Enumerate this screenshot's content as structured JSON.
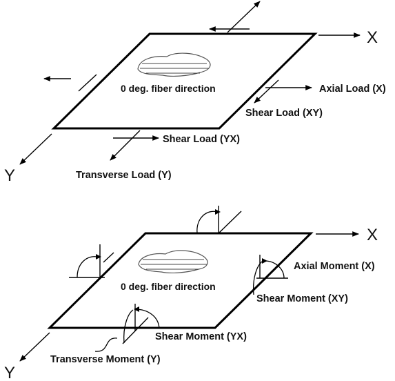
{
  "top_diagram": {
    "axis_x": "X",
    "axis_y": "Y",
    "fiber_label": "0 deg. fiber direction",
    "axial_load": "Axial Load (X)",
    "shear_load_xy": "Shear Load (XY)",
    "shear_load_yx": "Shear Load (YX)",
    "transverse_load": "Transverse Load (Y)"
  },
  "bottom_diagram": {
    "axis_x": "X",
    "axis_y": "Y",
    "fiber_label": "0 deg. fiber direction",
    "axial_moment": "Axial Moment (X)",
    "shear_moment_xy": "Shear Moment (XY)",
    "shear_moment_yx": "Shear Moment (YX)",
    "transverse_moment": "Transverse Moment (Y)"
  }
}
